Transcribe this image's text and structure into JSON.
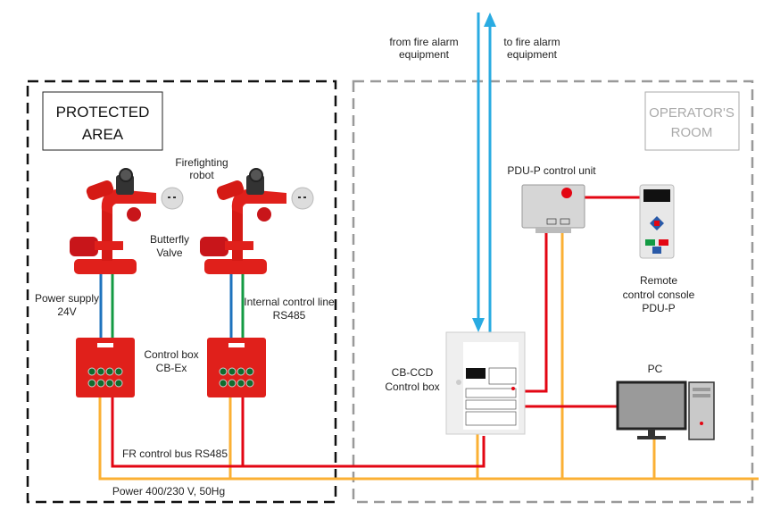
{
  "zones": {
    "protected_area": [
      "PROTECTED",
      "AREA"
    ],
    "operators_room": [
      "OPERATOR'S",
      "ROOM"
    ]
  },
  "labels": {
    "from_fire_alarm": [
      "from fire alarm",
      "equipment"
    ],
    "to_fire_alarm": [
      "to fire alarm",
      "equipment"
    ],
    "firefighting_robot": [
      "Firefighting",
      "robot"
    ],
    "butterfly_valve": [
      "Butterfly",
      "Valve"
    ],
    "power_supply": [
      "Power supply",
      "24V"
    ],
    "internal_control_line": [
      "Internal control line",
      "RS485"
    ],
    "control_box_cbex": [
      "Control box",
      "CB-Ex"
    ],
    "fr_control_bus": "FR control bus RS485",
    "power_main": "Power 400/230 V, 50Hg",
    "cb_ccd": [
      "CB-CCD",
      "Control box"
    ],
    "pdu_p_unit": "PDU-P control unit",
    "remote_console": [
      "Remote",
      "control console",
      "PDU-P"
    ],
    "pc": "PC"
  },
  "colors": {
    "signal_wire": "#29abe2",
    "bus_wire": "#e30613",
    "power_wire": "#fbb034",
    "supply_24v": "#1e73be",
    "rs485_internal": "#139a43",
    "equipment_red": "#e0201b",
    "protected_border": "#111111",
    "operator_border": "#999999"
  }
}
